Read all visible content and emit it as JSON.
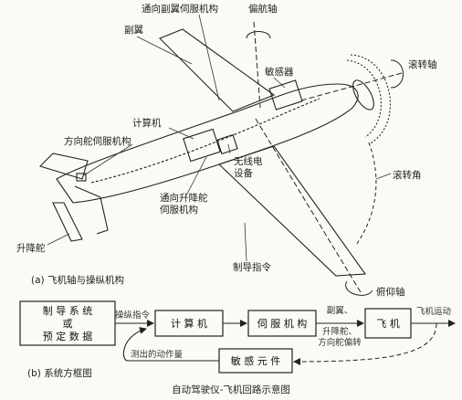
{
  "labels": {
    "aileron_servo": "通向副翼伺服机构",
    "yaw_axis": "偏航轴",
    "aileron": "副翼",
    "sensor": "敏感器",
    "roll_axis": "滚转轴",
    "computer": "计算机",
    "rudder_servo": "方向舵伺服机构",
    "radio_1": "无线电",
    "radio_2": "设备",
    "roll_angle": "滚转角",
    "elevator_servo_1": "通向升降舵",
    "elevator_servo_2": "伺服机构",
    "elevator": "升降舵",
    "guidance_cmd": "制导指令",
    "pitch_axis": "俯仰轴"
  },
  "captions": {
    "part_a": "(a) 飞机轴与操纵机构",
    "part_b": "(b) 系统方框图",
    "title": "自动驾驶仪-飞机回路示意图"
  },
  "block": {
    "guidance_box": [
      "制 导 系 统",
      "或",
      "预 定 数 据"
    ],
    "ctrl_cmd": "操纵指令",
    "computer": "计 算 机",
    "servo": "伺 服 机 构",
    "deflect": [
      "副翼、",
      "升降舵、",
      "方向舵偏转"
    ],
    "plane": "飞 机",
    "motion": "飞机运动",
    "sensor": "敏 感 元 件",
    "measured": "测出的动作量"
  }
}
